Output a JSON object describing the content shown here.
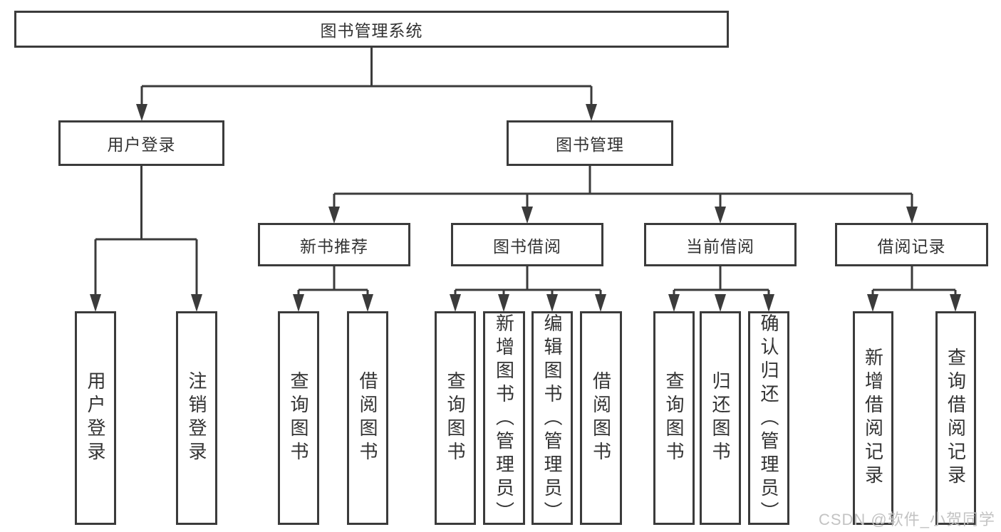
{
  "diagram": {
    "title": "图书管理系统",
    "watermark": "CSDN @软件_小贺同学",
    "colors": {
      "line": "#3b3b3b",
      "box_border": "#3b3b3b",
      "text": "#333333",
      "watermark": "#c3c3c3",
      "background": "#ffffff"
    },
    "tree": {
      "root": {
        "label": "图书管理系统"
      },
      "level2": [
        {
          "label": "用户登录"
        },
        {
          "label": "图书管理"
        }
      ],
      "level3": [
        {
          "label": "新书推荐"
        },
        {
          "label": "图书借阅"
        },
        {
          "label": "当前借阅"
        },
        {
          "label": "借阅记录"
        }
      ],
      "leaves": {
        "user_login": [
          "用户登录",
          "注销登录"
        ],
        "new_book": [
          "查询图书",
          "借阅图书"
        ],
        "book_borrow": [
          "查询图书",
          "新增图书（管理员）",
          "编辑图书（管理员）",
          "借阅图书"
        ],
        "current_borrow": [
          "查询图书",
          "归还图书",
          "确认归还（管理员）"
        ],
        "borrow_records": [
          "新增借阅记录",
          "查询借阅记录"
        ]
      }
    }
  }
}
